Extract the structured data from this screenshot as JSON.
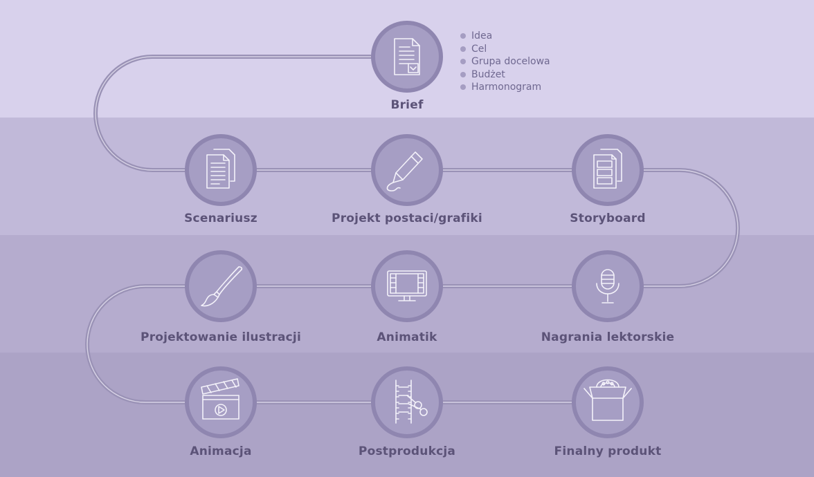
{
  "colors": {
    "band_1": "#d8d1ec",
    "band_2": "#c1b9d9",
    "band_3": "#b5acce",
    "band_4": "#aca3c6",
    "path": "#9c94b8",
    "node_fill": "#a69ec4",
    "node_ring": "#8f86b0",
    "icon_stroke": "#f4f2fa",
    "label_text": "#5c5378"
  },
  "steps": [
    {
      "label": "Brief",
      "icon": "document-check-icon"
    },
    {
      "label": "Scenariusz",
      "icon": "documents-icon"
    },
    {
      "label": "Projekt postaci/grafiki",
      "icon": "pencil-icon"
    },
    {
      "label": "Storyboard",
      "icon": "storyboard-icon"
    },
    {
      "label": "Nagrania lektorskie",
      "icon": "microphone-icon"
    },
    {
      "label": "Animatik",
      "icon": "monitor-film-icon"
    },
    {
      "label": "Projektowanie ilustracji",
      "icon": "paintbrush-icon"
    },
    {
      "label": "Animacja",
      "icon": "clapperboard-icon"
    },
    {
      "label": "Postprodukcja",
      "icon": "film-scissors-icon"
    },
    {
      "label": "Finalny produkt",
      "icon": "open-box-icon"
    }
  ],
  "brief_details": [
    "Idea",
    "Cel",
    "Grupa docelowa",
    "Budżet",
    "Harmonogram"
  ]
}
